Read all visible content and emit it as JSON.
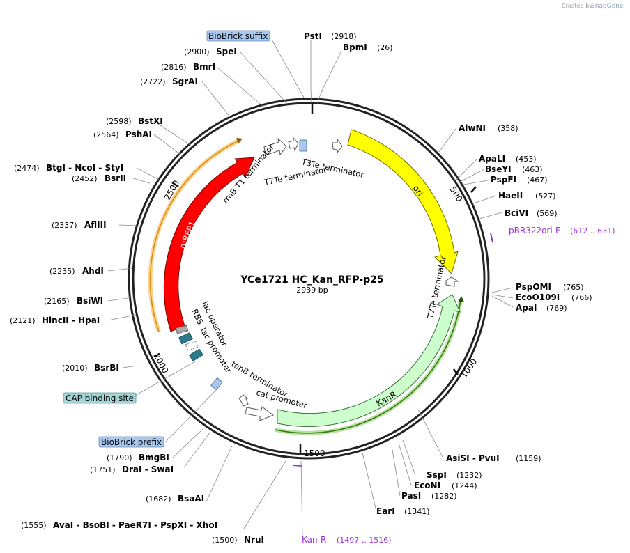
{
  "watermark": {
    "prefix": "Created by",
    "brand": "SnapGene"
  },
  "plasmid": {
    "name": "YCe1721 HC_Kan_RFP-p25",
    "length_label": "2939 bp",
    "length": 2939
  },
  "ticks": [
    "500",
    "1000",
    "1500",
    "2000",
    "2500"
  ],
  "enzymes": [
    {
      "name": "PstI",
      "pos": "(2918)"
    },
    {
      "name": "BpmI",
      "pos": "(26)"
    },
    {
      "name": "AlwNI",
      "pos": "(358)"
    },
    {
      "name": "ApaLI",
      "pos": "(453)"
    },
    {
      "name": "BseYI",
      "pos": "(463)"
    },
    {
      "name": "PspFI",
      "pos": "(467)"
    },
    {
      "name": "HaeII",
      "pos": "(527)"
    },
    {
      "name": "BciVI",
      "pos": "(569)"
    },
    {
      "name": "PspOMI",
      "pos": "(765)"
    },
    {
      "name": "EcoO109I",
      "pos": "(766)"
    },
    {
      "name": "ApaI",
      "pos": "(769)"
    },
    {
      "name": "AsiSI - PvuI",
      "pos": "(1159)"
    },
    {
      "name": "SspI",
      "pos": "(1232)"
    },
    {
      "name": "EcoNI",
      "pos": "(1244)"
    },
    {
      "name": "PasI",
      "pos": "(1282)"
    },
    {
      "name": "EarI",
      "pos": "(1341)"
    },
    {
      "name": "NruI",
      "pos": "(1500)"
    },
    {
      "name": "AvaI - BsoBI - PaeR7I - PspXI - XhoI",
      "pos": "(1555)"
    },
    {
      "name": "BsaAI",
      "pos": "(1682)"
    },
    {
      "name": "DraI - SwaI",
      "pos": "(1751)"
    },
    {
      "name": "BmgBI",
      "pos": "(1790)"
    },
    {
      "name": "BsrBI",
      "pos": "(2010)"
    },
    {
      "name": "HincII - HpaI",
      "pos": "(2121)"
    },
    {
      "name": "BsiWI",
      "pos": "(2165)"
    },
    {
      "name": "AhdI",
      "pos": "(2235)"
    },
    {
      "name": "AflIII",
      "pos": "(2337)"
    },
    {
      "name": "BsrII",
      "pos": "(2452)"
    },
    {
      "name": "BtgI - NcoI - StyI",
      "pos": "(2474)"
    },
    {
      "name": "PshAI",
      "pos": "(2564)"
    },
    {
      "name": "BstXI",
      "pos": "(2598)"
    },
    {
      "name": "SgrAI",
      "pos": "(2722)"
    },
    {
      "name": "BmrI",
      "pos": "(2816)"
    },
    {
      "name": "SpeI",
      "pos": "(2900)"
    }
  ],
  "primers": [
    {
      "name": "pBR322ori-F",
      "range": "(612 .. 631)"
    },
    {
      "name": "Kan-R",
      "range": "(1497 .. 1516)"
    }
  ],
  "boxed_features": [
    "BioBrick suffix",
    "CAP binding site",
    "BioBrick prefix"
  ],
  "features": {
    "mrfp1": "mRFP1",
    "ori": "ori",
    "kanr": "KanR",
    "rrnb": "rrnB T1 terminator",
    "t7te_top": "T7Te terminator",
    "t3te": "T3Te terminator",
    "t7te_right": "T7Te terminator",
    "tonb": "tonB terminator",
    "cat": "cat promoter",
    "lac_operator": "lac operator",
    "rbs": "RBS",
    "lac_promoter": "lac promoter"
  },
  "colors": {
    "mrfp1": "#ff0000",
    "ori": "#ffff00",
    "kanr": "#ccffcc",
    "orange_orf": "#f5a623",
    "green_orf": "#4e8a16",
    "primer": "#9b30d9",
    "biobrick_box": "#a8c8f0",
    "cap_box": "#a6d4d4",
    "lac_operator": "#2c7a8c"
  }
}
